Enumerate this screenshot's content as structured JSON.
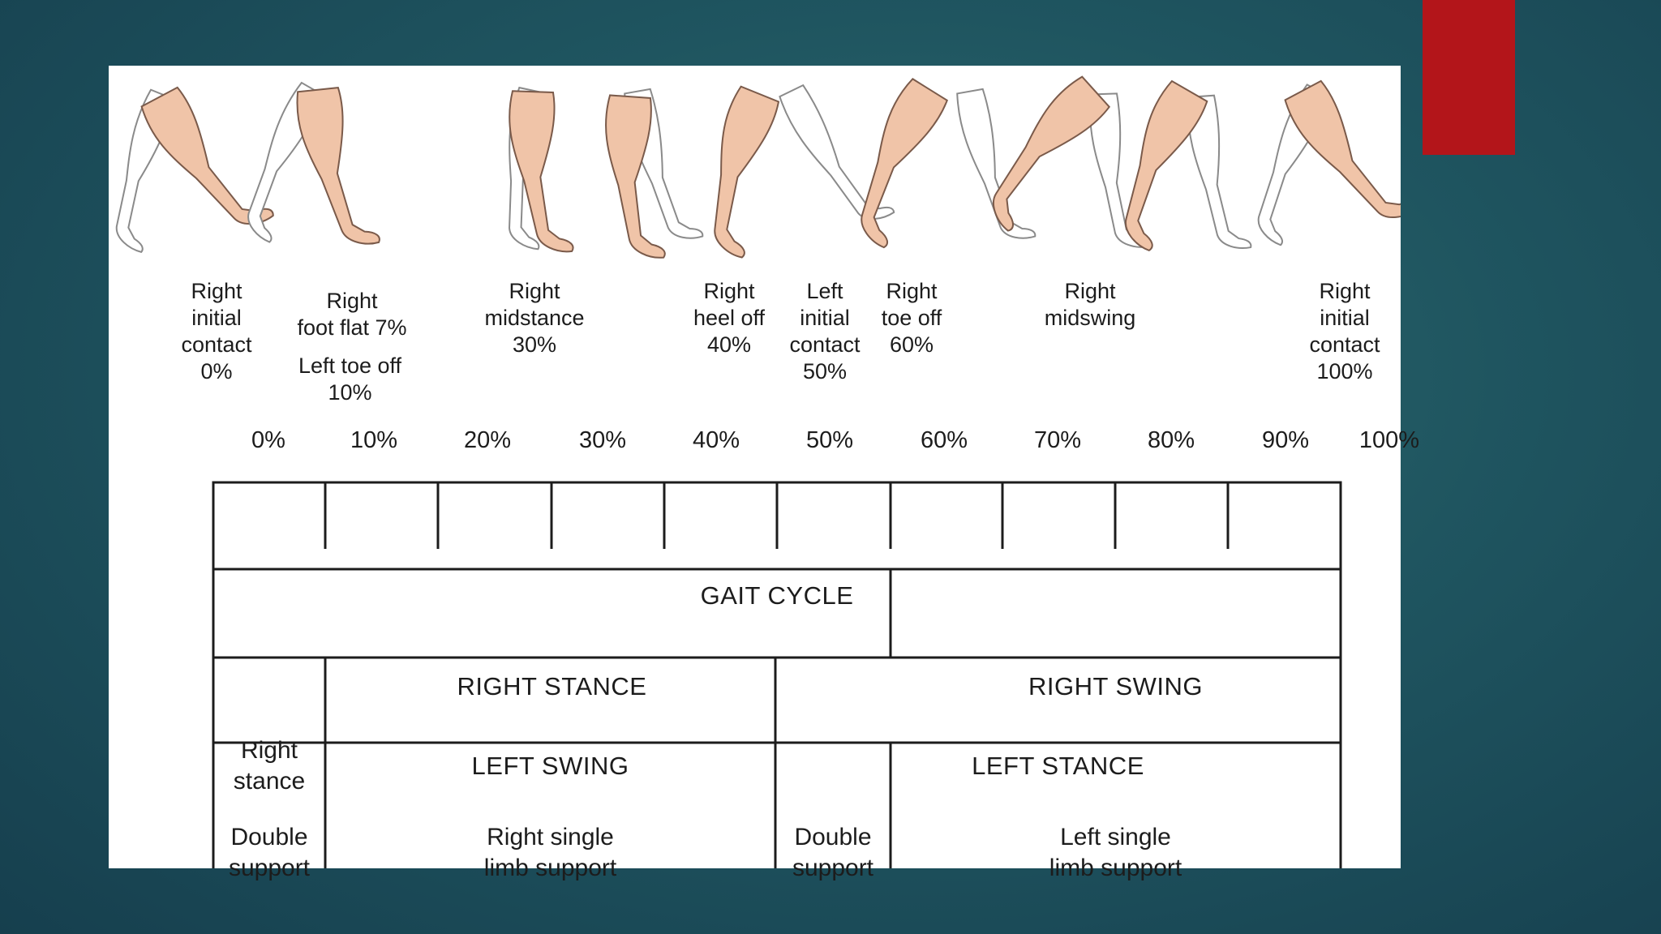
{
  "events": [
    {
      "id": "right-initial-contact-0",
      "lines": [
        "Right",
        "initial",
        "contact",
        "0%"
      ]
    },
    {
      "id": "right-foot-flat",
      "lines": [
        "Right",
        "foot flat 7%"
      ]
    },
    {
      "id": "left-toe-off",
      "lines": [
        "Left toe off",
        "10%"
      ]
    },
    {
      "id": "right-midstance",
      "lines": [
        "Right",
        "midstance",
        "30%"
      ]
    },
    {
      "id": "right-heel-off",
      "lines": [
        "Right",
        "heel off",
        "40%"
      ]
    },
    {
      "id": "left-initial-contact",
      "lines": [
        "Left",
        "initial",
        "contact",
        "50%"
      ]
    },
    {
      "id": "right-toe-off",
      "lines": [
        "Right",
        "toe off",
        "60%"
      ]
    },
    {
      "id": "right-midswing",
      "lines": [
        "Right",
        "midswing"
      ]
    },
    {
      "id": "right-initial-contact-100",
      "lines": [
        "Right",
        "initial",
        "contact",
        "100%"
      ]
    }
  ],
  "scale": {
    "ticks": [
      "0%",
      "10%",
      "20%",
      "30%",
      "40%",
      "50%",
      "60%",
      "70%",
      "80%",
      "90%",
      "100%"
    ]
  },
  "rows": {
    "gait_cycle": "GAIT CYCLE",
    "right_stance": "RIGHT STANCE",
    "right_swing": "RIGHT SWING",
    "right_stance_small": [
      "Right",
      "stance"
    ],
    "left_swing": "LEFT SWING",
    "left_stance": "LEFT STANCE",
    "double_support_1": [
      "Double",
      "support"
    ],
    "right_single": [
      "Right single",
      "limb support"
    ],
    "double_support_2": [
      "Double",
      "support"
    ],
    "left_single": [
      "Left single",
      "limb support"
    ]
  },
  "colors": {
    "background": "#1f5560",
    "accent": "#b3151a",
    "skin": "#f0c4a8",
    "line": "#1c1c1c"
  },
  "figures": [
    "leg-figure-initial-contact",
    "leg-figure-foot-flat",
    "leg-figure-midstance",
    "leg-figure-midstance-2",
    "leg-figure-heel-off",
    "leg-figure-toe-off",
    "leg-figure-midswing",
    "leg-figure-midswing-2",
    "leg-figure-initial-contact-end"
  ]
}
